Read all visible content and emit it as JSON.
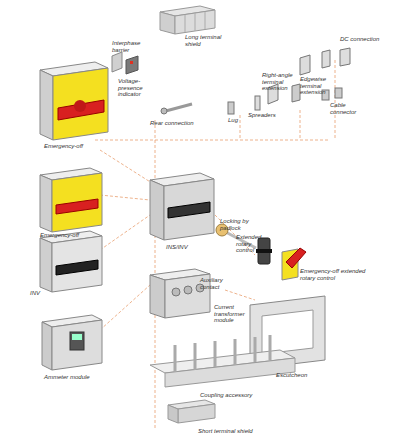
{
  "diagram": {
    "labels": [
      "Long terminal shield",
      "Interphase barrier",
      "DC connection",
      "Voltage-presence indicator",
      "Right-angle terminal extension",
      "Edgewise terminal extension",
      "Cable connector",
      "Spreaders",
      "Lug",
      "Rear connection",
      "Emergency-off",
      "INS/INV",
      "Locking by padlock",
      "Extended rotary control",
      "Auxiliary contact",
      "Emergency-off extended rotary control",
      "Emergency-off",
      "INV",
      "Current transformer module",
      "Escutcheon",
      "Ammeter module",
      "Coupling accessory",
      "Short terminal shield"
    ]
  }
}
